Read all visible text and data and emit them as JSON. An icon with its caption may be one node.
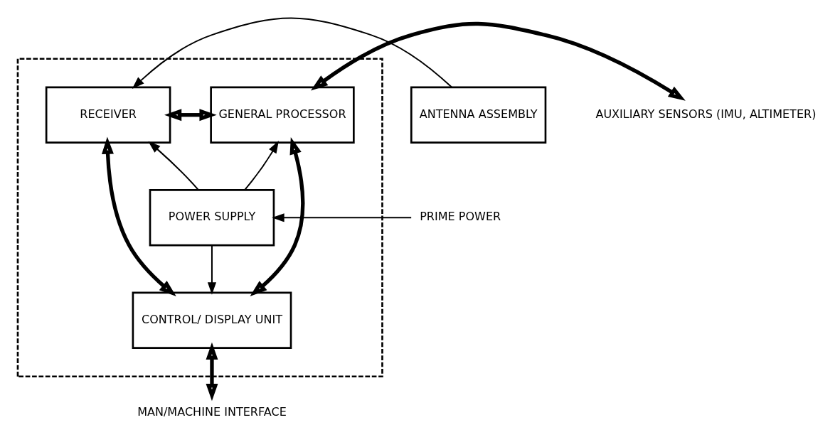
{
  "diagram": {
    "nodes": [
      {
        "text": [],
        "shape": "box"
      },
      {
        "text": [
          "ANTENNA ASSEMBLY"
        ]
      },
      {
        "text": [
          "RECEIVER"
        ],
        "in": 0
      },
      {
        "text": [
          "GENERAL PROCESSOR"
        ],
        "in": 0
      },
      {
        "text": [
          "AUXILIARY SENSORS (IMU, ALTIMETER)"
        ]
      },
      {
        "text": [
          "POWER SUPPLY"
        ],
        "in": 0
      },
      {
        "text": [
          "PRIME POWER"
        ]
      },
      {
        "text": [
          "CONTROL/ DISPLAY UNIT"
        ],
        "in": 0
      },
      {
        "text": [
          "MAN/MACHINE INTERFACE"
        ]
      }
    ],
    "edges": [
      {
        "from": 1,
        "to": 2,
        "arrow": "to"
      },
      {
        "from": 2,
        "to": 3,
        "arrow": "both",
        "style": "thick"
      },
      {
        "from": 3,
        "to": 4,
        "arrow": "both",
        "style": "thick"
      },
      {
        "from": 5,
        "to": 2,
        "arrow": "to"
      },
      {
        "from": 5,
        "to": 3,
        "arrow": "to"
      },
      {
        "from": 6,
        "to": 5,
        "arrow": "to"
      },
      {
        "from": 5,
        "to": 7,
        "arrow": "to"
      },
      {
        "from": 2,
        "to": 7,
        "arrow": "both",
        "style": "thick"
      },
      {
        "from": 3,
        "to": 7,
        "arrow": "both",
        "style": "thick"
      },
      {
        "from": 7,
        "to": 8,
        "arrow": "both",
        "style": "thick"
      }
    ]
  }
}
